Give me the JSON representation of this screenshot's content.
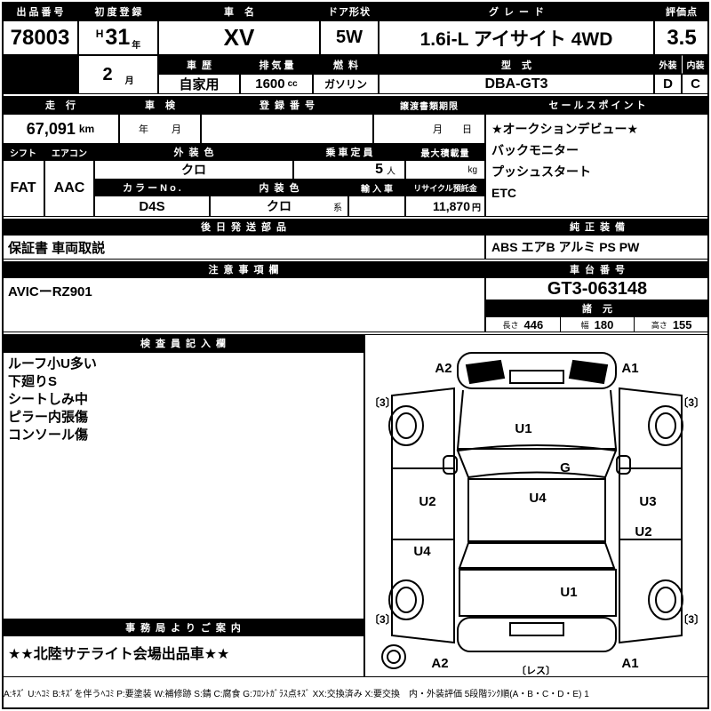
{
  "colors": {
    "ink": "#000000",
    "paper": "#ffffff"
  },
  "top": {
    "lot": {
      "label": "出品番号",
      "value": "78003"
    },
    "first_reg": {
      "label": "初度登録",
      "era": "H",
      "year": "31",
      "year_unit": "年",
      "month": "2",
      "month_unit": "月"
    },
    "car_name": {
      "label": "車名",
      "value": "XV"
    },
    "door": {
      "label": "ドア形状",
      "value": "5W"
    },
    "grade": {
      "label": "グレード",
      "value": "1.6i-L アイサイト 4WD"
    },
    "score": {
      "label": "評価点",
      "value": "3.5"
    },
    "history": {
      "label": "車歴",
      "value": "自家用"
    },
    "displacement": {
      "label": "排気量",
      "value": "1600",
      "unit": "cc"
    },
    "fuel": {
      "label": "燃料",
      "value": "ガソリン"
    },
    "model_code": {
      "label": "型式",
      "value": "DBA-GT3"
    },
    "exterior": {
      "label": "外装",
      "value": "D"
    },
    "interior": {
      "label": "内装",
      "value": "C"
    }
  },
  "registration": {
    "mileage": {
      "label": "走行",
      "value": "67,091",
      "unit": "km"
    },
    "shaken": {
      "label": "車検",
      "year_unit": "年",
      "month_unit": "月"
    },
    "reg_no": {
      "label": "登録番号"
    },
    "transfer": {
      "label": "譲渡書類期限",
      "month_unit": "月",
      "day_unit": "日"
    }
  },
  "sales_points": {
    "label": "セールスポイント",
    "items": [
      "★オークションデビュー★",
      "バックモニター",
      "プッシュスタート",
      "ETC"
    ]
  },
  "spec": {
    "shift": {
      "label": "シフト",
      "value": "FAT"
    },
    "aircon": {
      "label": "エアコン",
      "value": "AAC"
    },
    "exterior_color": {
      "label": "外装色",
      "value": "クロ"
    },
    "capacity": {
      "label": "乗車定員",
      "value": "5",
      "unit": "人"
    },
    "max_load": {
      "label": "最大積載量",
      "unit": "kg"
    },
    "color_no": {
      "label": "カラーNo.",
      "value": "D4S"
    },
    "interior_color": {
      "label": "内装色",
      "value": "クロ",
      "suffix": "系"
    },
    "import_car": {
      "label": "輸入車"
    },
    "recycle": {
      "label": "リサイクル預託金",
      "value": "11,870",
      "unit": "円"
    }
  },
  "later_parts": {
    "label": "後日発送部品",
    "value": "保証書 車両取説"
  },
  "equipment": {
    "label": "純正装備",
    "value": "ABS エアB アルミ PS PW"
  },
  "caution": {
    "label": "注意事項欄",
    "value": "AVICーRZ901"
  },
  "chassis": {
    "label": "車台番号",
    "value": "GT3-063148"
  },
  "dimensions": {
    "label": "諸元",
    "length_label": "長さ",
    "length": "446",
    "width_label": "幅",
    "width": "180",
    "height_label": "高さ",
    "height": "155"
  },
  "inspector": {
    "label": "検査員記入欄",
    "items": [
      "ルーフ小U多い",
      "下廻りS",
      "シートしみ中",
      "ピラー内張傷",
      "コンソール傷"
    ]
  },
  "office": {
    "label": "事務局よりご案内",
    "value": "★★北陸サテライト会場出品車★★"
  },
  "diagram": {
    "front_bumper_left": "A2",
    "front_bumper_right": "A1",
    "hood": "U1",
    "windshield": "G",
    "left_front_panel": "U2",
    "roof": "U4",
    "right_front_panel": "U3",
    "right_rear_panel": "U2",
    "left_rear_panel": "U4",
    "trunk": "U1",
    "rear_bumper_left": "A2",
    "rear_bumper_right": "A1",
    "tire_front_left": "〔3〕",
    "tire_front_right": "〔3〕",
    "tire_rear_left": "〔3〕",
    "tire_rear_right": "〔3〕",
    "spare_note": "〔レス〕"
  },
  "legend": "A:ｷｽﾞ U:ﾍｺﾐ B:ｷｽﾞを伴うﾍｺﾐ P:要塗装 W:補修跡 S:錆 C:腐食 G:ﾌﾛﾝﾄｶﾞﾗｽ点ｷｽﾞ XX:交換済み X:要交換　内・外装評価 5段階ﾗﾝｸ順(A・B・C・D・E) 1"
}
